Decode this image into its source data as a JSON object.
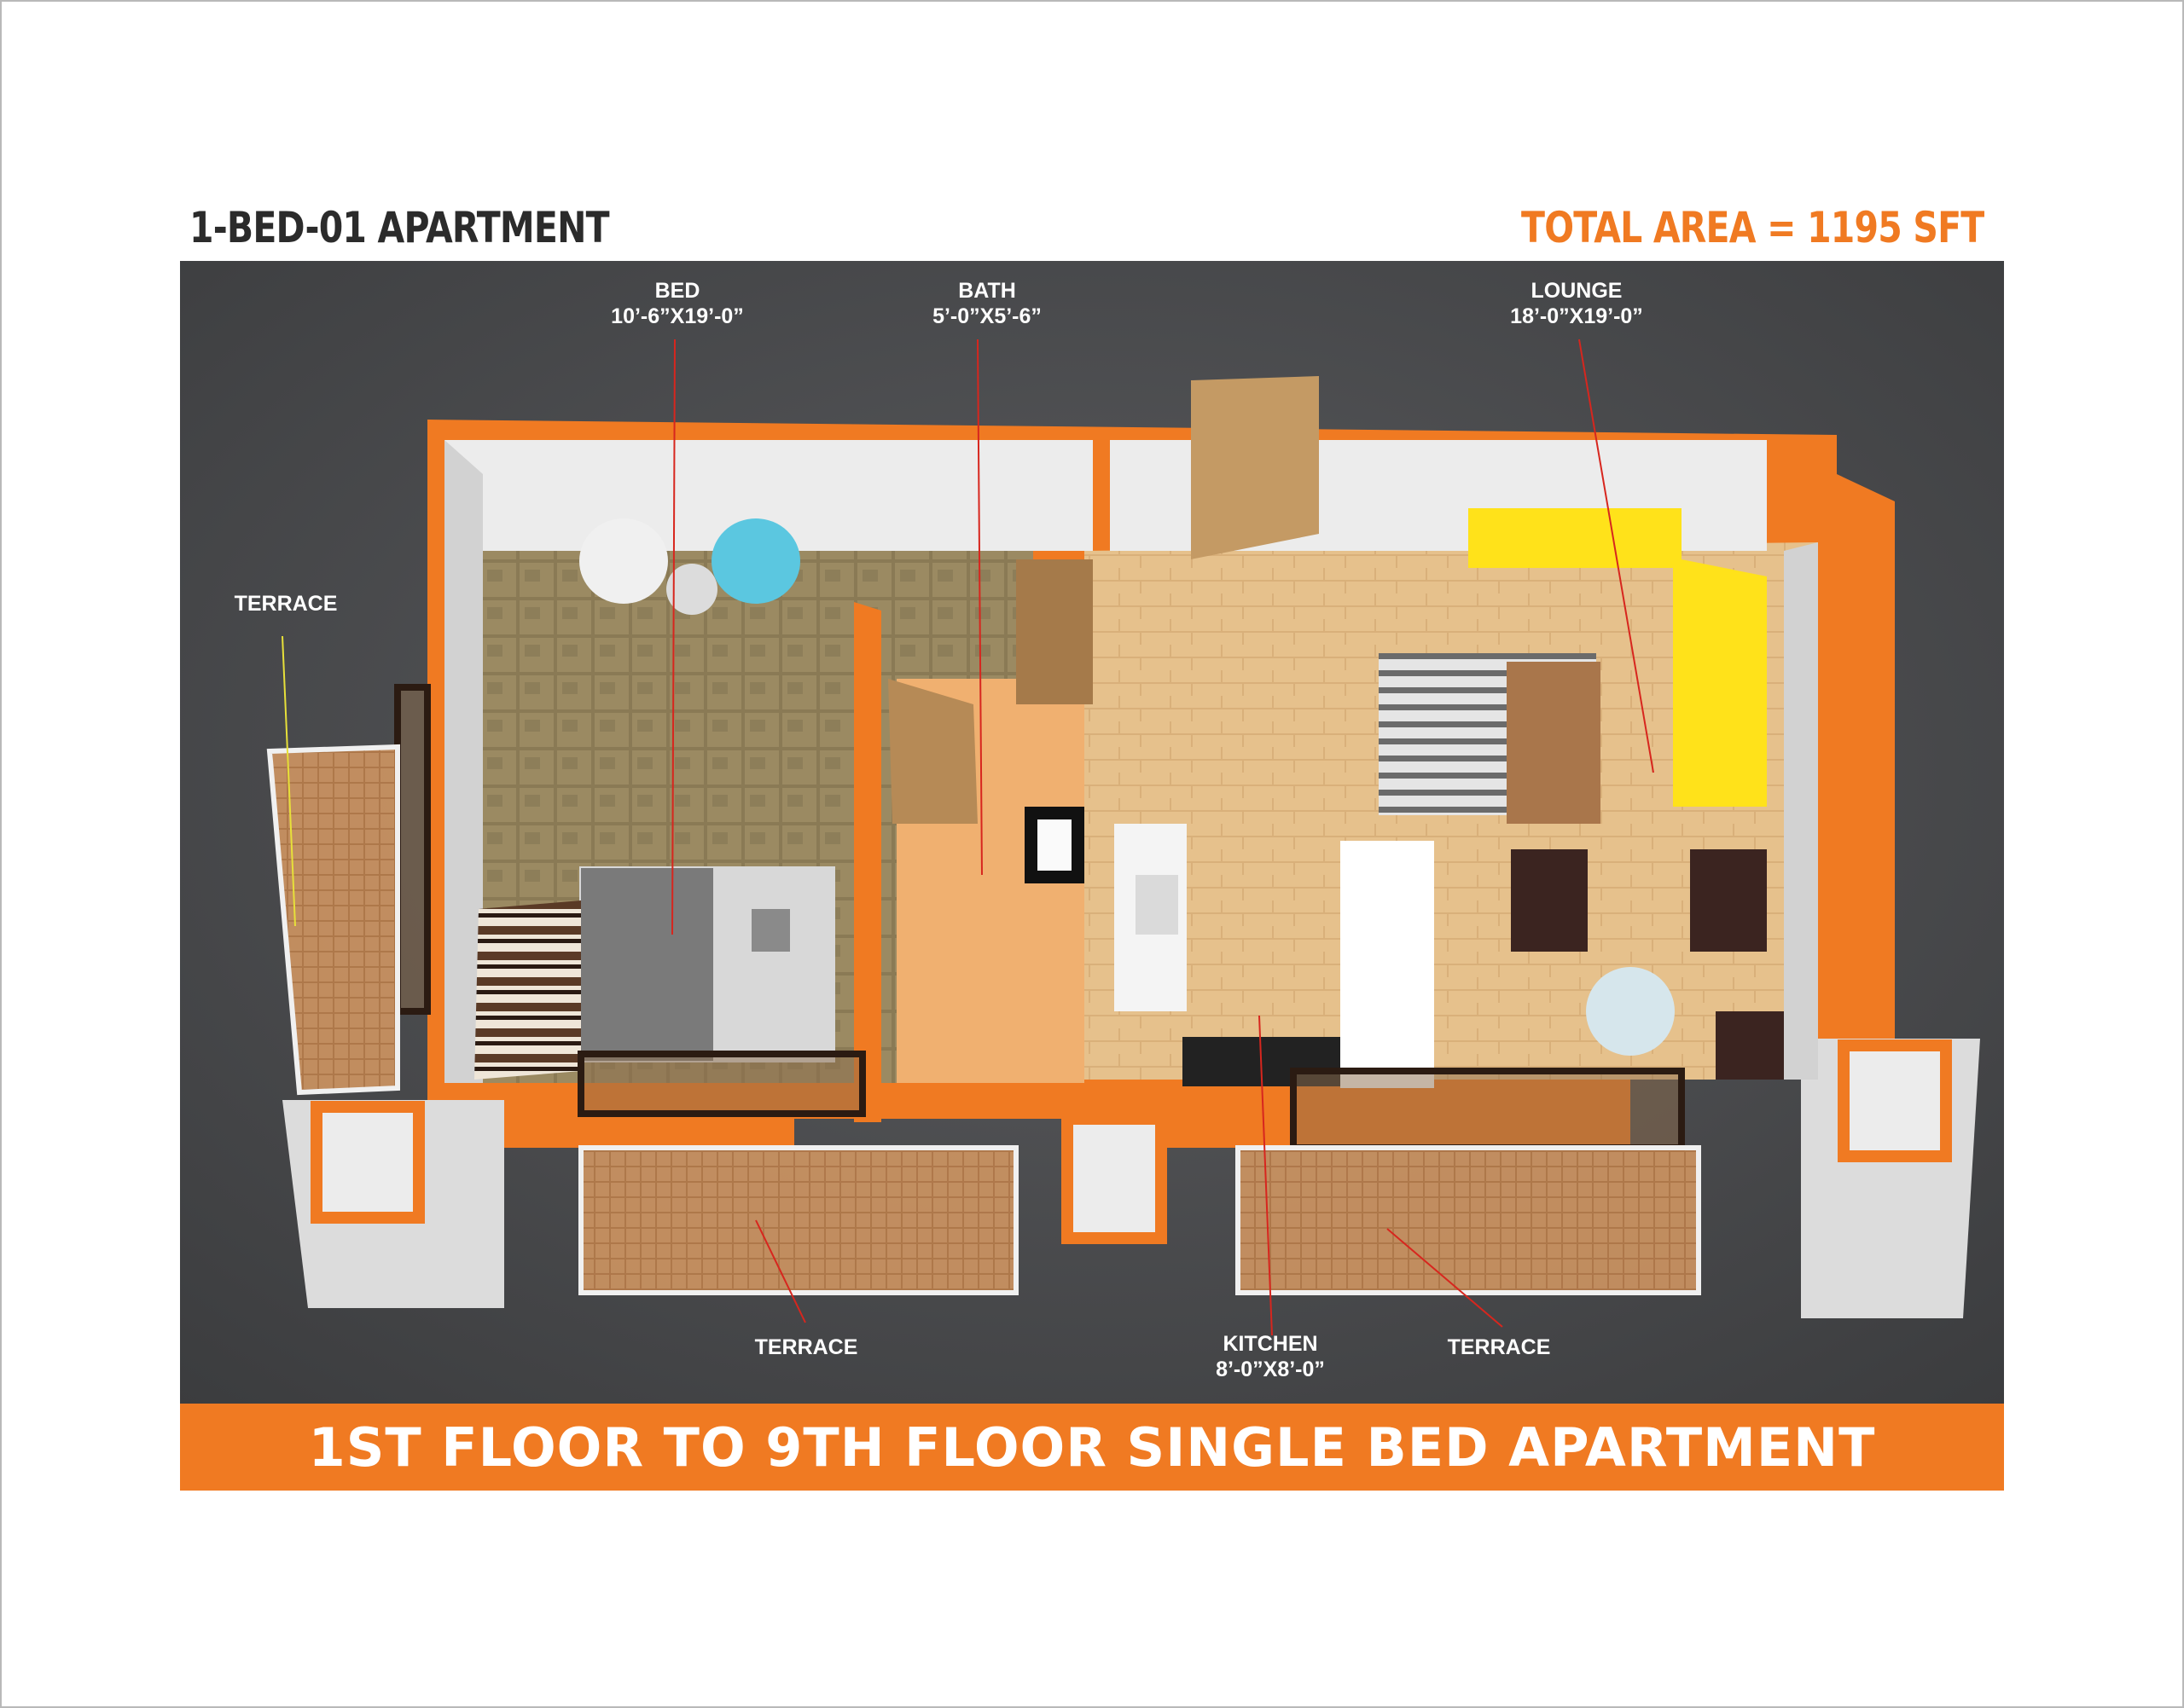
{
  "header": {
    "title": "1-BED-01 APARTMENT",
    "total_area": "TOTAL AREA = 1195 SFT"
  },
  "rooms": {
    "bed": {
      "name": "BED",
      "size": "10’-6”X19’-0”"
    },
    "bath": {
      "name": "BATH",
      "size": "5’-0”X5’-6”"
    },
    "lounge": {
      "name": "LOUNGE",
      "size": "18’-0”X19’-0”"
    },
    "kitchen": {
      "name": "KITCHEN",
      "size": "8’-0”X8’-0”"
    },
    "terrace_left": {
      "name": "TERRACE"
    },
    "terrace_bottom_left": {
      "name": "TERRACE"
    },
    "terrace_bottom_right": {
      "name": "TERRACE"
    }
  },
  "footer": {
    "banner": "1ST FLOOR TO 9TH FLOOR SINGLE BED APARTMENT"
  },
  "colors": {
    "accent": "#f07a22",
    "background": "#4a4b4d",
    "leader_line": "#d7261e",
    "terrace_leader": "#e7e03a"
  }
}
